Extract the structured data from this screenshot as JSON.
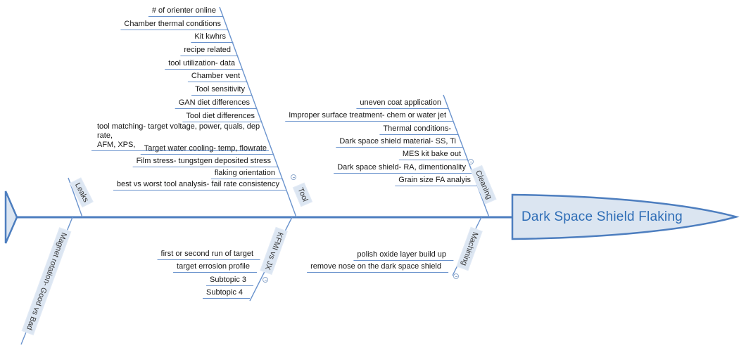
{
  "diagram_title": "Dark Space Shield Flaking",
  "colors": {
    "spine": "#4d7ebf",
    "branch_line": "#6a93cd",
    "label_background": "#dce6f2",
    "label_text": "#3a3a3a",
    "head_fill": "#dbe5f1",
    "head_border": "#4d7ebf",
    "head_text": "#2e6db6",
    "leaf_text": "#161616"
  },
  "branches": [
    {
      "id": "tool",
      "label": "Tool",
      "leaves": [
        "# of orienter online",
        "Chamber thermal conditions",
        "Kit kwhrs",
        "recipe related",
        "tool utilization- data",
        "Chamber vent",
        "Tool sensitivity",
        "GAN diet differences",
        "Tool diet differences",
        "tool matching- target voltage, power, quals, dep rate,\nAFM, XPS,",
        "Target water cooling- temp, flowrate",
        "Film stress- tungstgen deposited stress",
        "flaking orientation",
        "best vs worst tool analysis- fail rate consistency"
      ]
    },
    {
      "id": "cleaning",
      "label": "Cleaning",
      "leaves": [
        "uneven coat application",
        "Improper surface treatment- chem or water jet",
        "Thermal conditions-",
        "Dark space shield material- SS, Ti",
        "MES kit bake out",
        "Dark space shield- RA, dimentionality",
        "Grain size FA analyis"
      ]
    },
    {
      "id": "leaks",
      "label": "Leaks",
      "leaves": []
    },
    {
      "id": "magnet-rotation",
      "label": "Magnet rotation- Good vs Bad",
      "leaves": []
    },
    {
      "id": "kfmi-vs-jx",
      "label": "KFMI vs JX",
      "leaves": [
        "first or second run of target",
        "target errosion profile",
        "Subtopic 3",
        "Subtopic 4"
      ]
    },
    {
      "id": "machining",
      "label": "Machining",
      "leaves": [
        "polish oxide layer build up",
        "remove nose on the dark space shield"
      ]
    }
  ]
}
